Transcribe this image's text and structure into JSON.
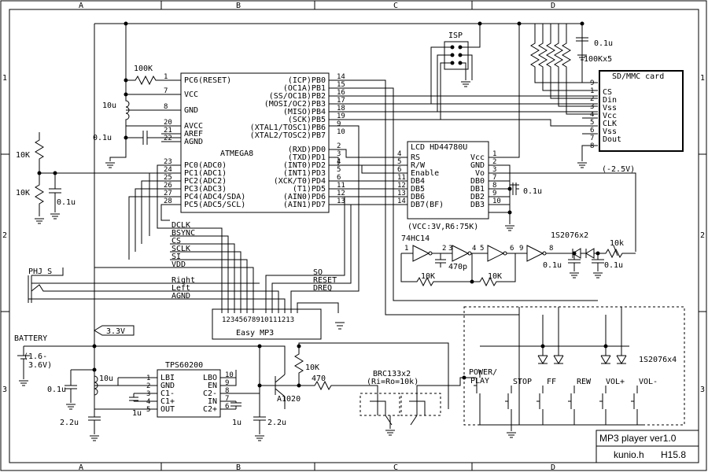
{
  "frame": {
    "col_labels": [
      "A",
      "B",
      "C",
      "D",
      "A",
      "B",
      "C",
      "D"
    ],
    "row_labels": [
      "1",
      "2",
      "3",
      "1",
      "2",
      "3"
    ]
  },
  "atmega": {
    "name": "ATMEGA8",
    "left_pins": [
      {
        "num": "1",
        "name": "PC6(RESET)"
      },
      {
        "num": "7",
        "name": "VCC"
      },
      {
        "num": "8",
        "name": "GND"
      },
      {
        "num": "20",
        "name": "AVCC"
      },
      {
        "num": "21",
        "name": "AREF"
      },
      {
        "num": "22",
        "name": "AGND"
      },
      {
        "num": "23",
        "name": "PC0(ADC0)"
      },
      {
        "num": "24",
        "name": "PC1(ADC1)"
      },
      {
        "num": "25",
        "name": "PC2(ADC2)"
      },
      {
        "num": "26",
        "name": "PC3(ADC3)"
      },
      {
        "num": "27",
        "name": "PC4(ADC4/SDA)"
      },
      {
        "num": "28",
        "name": "PC5(ADC5/SCL)"
      }
    ],
    "right_pins": [
      {
        "num": "14",
        "name": "(ICP)PB0"
      },
      {
        "num": "15",
        "name": "(OC1A)PB1"
      },
      {
        "num": "16",
        "name": "(SS/OC1B)PB2"
      },
      {
        "num": "17",
        "name": "(MOSI/OC2)PB3"
      },
      {
        "num": "18",
        "name": "(MISO)PB4"
      },
      {
        "num": "19",
        "name": "(SCK)PB5"
      },
      {
        "num": "9",
        "name": "(XTAL1/TOSC1)PB6"
      },
      {
        "num": "10",
        "name": "(XTAL2/TOSC2)PB7"
      },
      {
        "num": "2",
        "name": "(RXD)PD0"
      },
      {
        "num": "3",
        "name": "(TXD)PD1"
      },
      {
        "num": "4",
        "name": "(INT0)PD2"
      },
      {
        "num": "5",
        "name": "(INT1)PD3"
      },
      {
        "num": "6",
        "name": "(XCK/T0)PD4"
      },
      {
        "num": "11",
        "name": "(T1)PD5"
      },
      {
        "num": "12",
        "name": "(AIN0)PD6"
      },
      {
        "num": "13",
        "name": "(AIN1)PD7"
      }
    ]
  },
  "lcd": {
    "name": "LCD HD44780U",
    "note": "(VCC:3V,R6:75K)",
    "left_pins": [
      {
        "num": "4",
        "name": "RS"
      },
      {
        "num": "5",
        "name": "R/W"
      },
      {
        "num": "6",
        "name": "Enable"
      },
      {
        "num": "11",
        "name": "DB4"
      },
      {
        "num": "12",
        "name": "DB5"
      },
      {
        "num": "13",
        "name": "DB6"
      },
      {
        "num": "14",
        "name": "DB7(BF)"
      }
    ],
    "right_pins": [
      {
        "num": "1",
        "name": "Vcc"
      },
      {
        "num": "2",
        "name": "GND"
      },
      {
        "num": "3",
        "name": "Vo"
      },
      {
        "num": "7",
        "name": "DB0"
      },
      {
        "num": "8",
        "name": "DB1"
      },
      {
        "num": "9",
        "name": "DB2"
      },
      {
        "num": "10",
        "name": "DB3"
      }
    ]
  },
  "sd": {
    "name": "SD/MMC card",
    "pins": [
      {
        "num": "9",
        "name": ""
      },
      {
        "num": "1",
        "name": "CS"
      },
      {
        "num": "2",
        "name": "Din"
      },
      {
        "num": "3",
        "name": "Vss"
      },
      {
        "num": "4",
        "name": "Vcc"
      },
      {
        "num": "5",
        "name": "CLK"
      },
      {
        "num": "6",
        "name": "Vss"
      },
      {
        "num": "7",
        "name": "Dout"
      },
      {
        "num": "8",
        "name": ""
      }
    ]
  },
  "mp3": {
    "name": "Easy MP3",
    "pin_numbers": "12345678910111213",
    "signals": [
      "DCLK",
      "BSYNC",
      "CS",
      "SCLK",
      "SI",
      "VDD",
      "SO",
      "RESET",
      "Right",
      "Left",
      "AGND",
      "DREQ"
    ]
  },
  "tps": {
    "name": "TPS60200",
    "left_pins": [
      {
        "num": "1",
        "name": "LBI"
      },
      {
        "num": "2",
        "name": "GND"
      },
      {
        "num": "3",
        "name": "C1-"
      },
      {
        "num": "4",
        "name": "C1+"
      },
      {
        "num": "5",
        "name": "OUT"
      }
    ],
    "right_pins": [
      {
        "num": "10",
        "name": "LBO"
      },
      {
        "num": "9",
        "name": "EN"
      },
      {
        "num": "8",
        "name": "C2-"
      },
      {
        "num": "7",
        "name": "IN"
      },
      {
        "num": "6",
        "name": "C2+"
      }
    ]
  },
  "labels": {
    "isp": "ISP",
    "r100k": "100K",
    "c01_top": "0.1u",
    "res_array": "100Kx5",
    "cap10u": "10u",
    "c01_avcc": "0.1u",
    "r10k_a": "10K",
    "r10k_b": "10K",
    "c01_pot": "0.1u",
    "c01_lcd": "0.1u",
    "neg_v": "(-2.5V)",
    "hc14": "74HC14",
    "inv_pins": [
      "1",
      "2",
      "3",
      "4",
      "5",
      "6",
      "9",
      "8"
    ],
    "r10k_osc1": "10K",
    "r10k_osc2": "10K",
    "c470p": "470p",
    "diode_pair": "1S2076x2",
    "r10k_trim": "10k",
    "c01_neg1": "0.1u",
    "c01_neg2": "0.1u",
    "phj": "PHJ_S",
    "vref": "3.3V",
    "battery": "BATTERY",
    "batt_range_1": "(1.6-",
    "batt_range_2": "3.6V)",
    "c01_batt": "0.1u",
    "l10u": "10u",
    "c22_in": "2.2u",
    "c1u_a": "1u",
    "c1u_b": "1u",
    "c22_out": "2.2u",
    "r10k_q": "10K",
    "r470": "470",
    "transistor": "A1020",
    "brc": "BRC133x2",
    "brc_note": "(Ri=Ro=10k)",
    "diodes_4": "1S2076x4",
    "btn_power": "POWER/",
    "btn_play": "PLAY",
    "btn_stop": "STOP",
    "btn_ff": "FF",
    "btn_rew": "REW",
    "btn_volp": "VOL+",
    "btn_volm": "VOL-"
  },
  "title_block": {
    "title": "MP3 player ver1.0",
    "author": "kunio.h",
    "date": "H15.8"
  }
}
